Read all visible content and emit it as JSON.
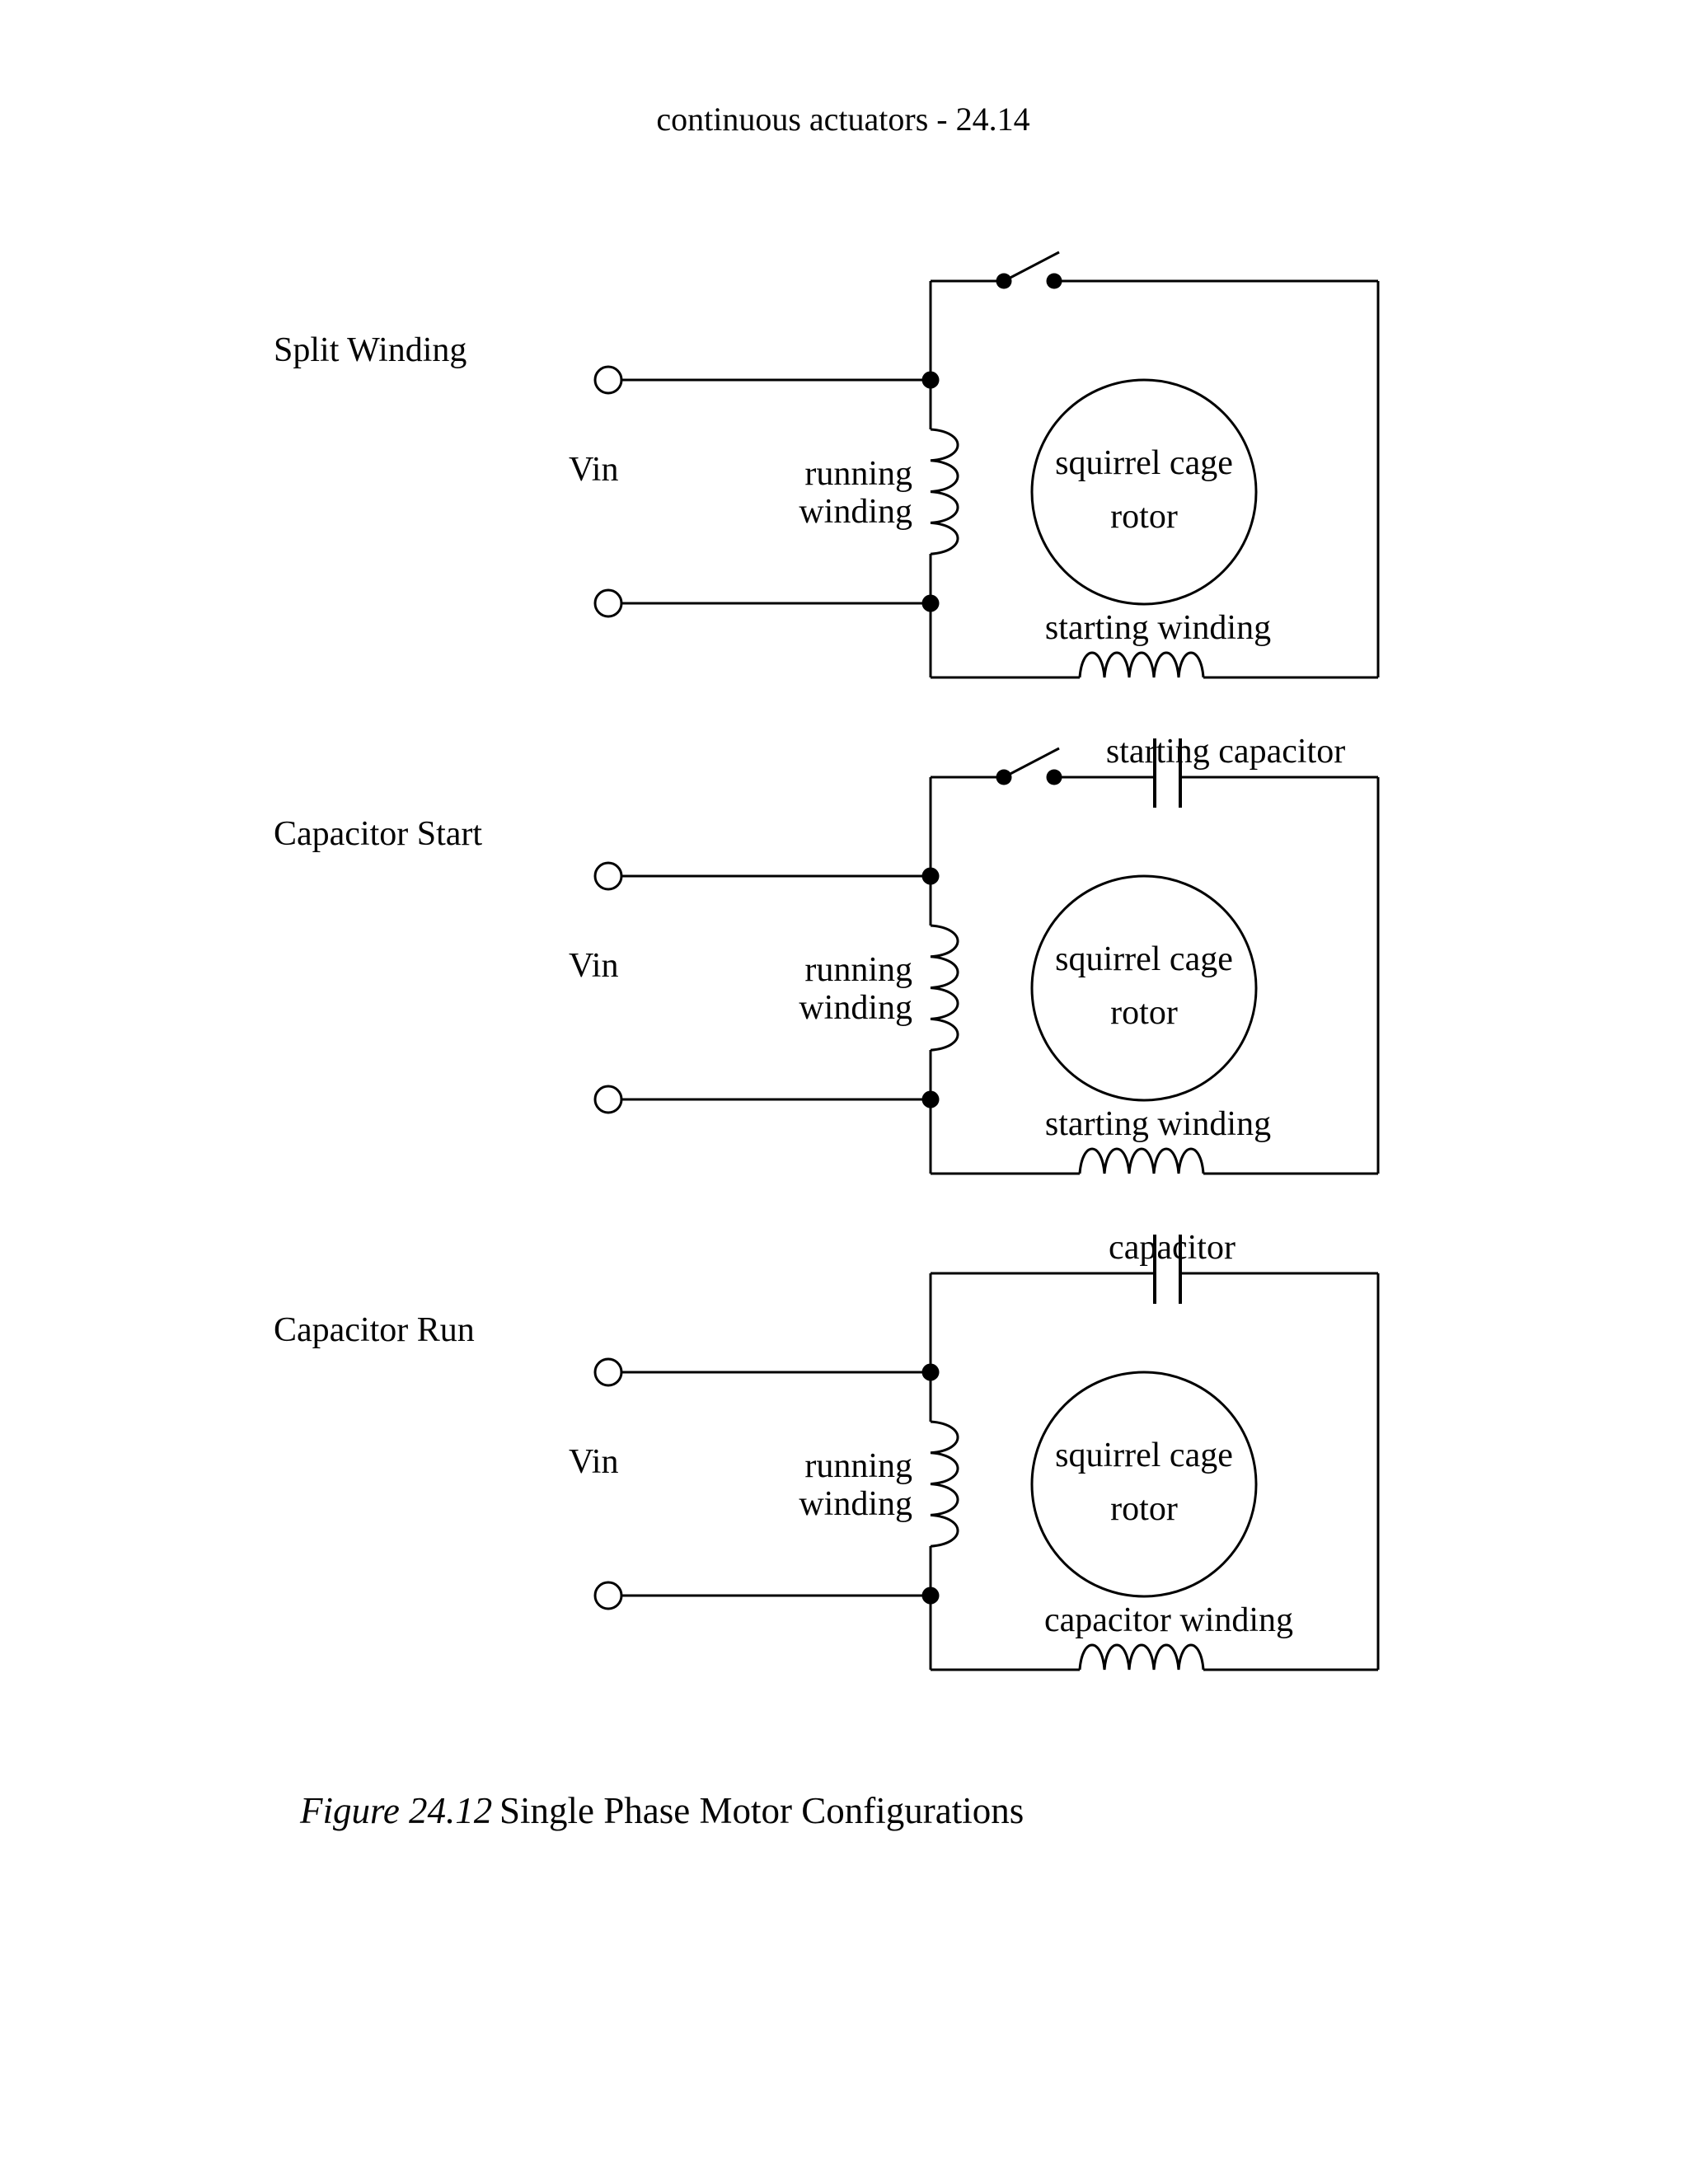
{
  "page": {
    "header": "continuous actuators - 24.14",
    "caption": {
      "figure_label": "Figure 24.12",
      "figure_title": "Single Phase Motor Configurations"
    }
  },
  "diagrams": [
    {
      "title": "Split Winding",
      "vin": "Vin",
      "running_line1": "running",
      "running_line2": "winding",
      "rotor_line1": "squirrel cage",
      "rotor_line2": "rotor",
      "bottom_label": "starting winding",
      "top_label": ""
    },
    {
      "title": "Capacitor Start",
      "vin": "Vin",
      "running_line1": "running",
      "running_line2": "winding",
      "rotor_line1": "squirrel cage",
      "rotor_line2": "rotor",
      "bottom_label": "starting winding",
      "top_label": "starting capacitor"
    },
    {
      "title": "Capacitor Run",
      "vin": "Vin",
      "running_line1": "running",
      "running_line2": "winding",
      "rotor_line1": "squirrel cage",
      "rotor_line2": "rotor",
      "bottom_label": "capacitor winding",
      "top_label": "capacitor"
    }
  ]
}
